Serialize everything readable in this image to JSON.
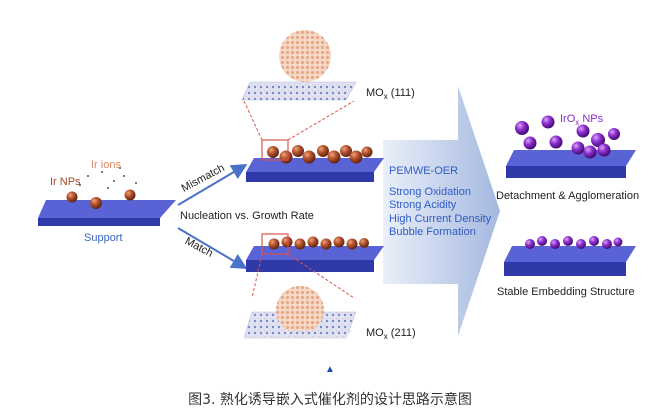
{
  "labels": {
    "ir_ions": "Ir ions",
    "ir_nps": "Ir NPs",
    "support": "Support",
    "mismatch": "Mismatch",
    "match": "Match",
    "nucleation": "Nucleation vs. Growth Rate",
    "mox_111_prefix": "MO",
    "mox_111_sub": "x",
    "mox_111_suffix": " (111)",
    "mox_211_prefix": "MO",
    "mox_211_sub": "x",
    "mox_211_suffix": " (211)",
    "irox_prefix": "IrO",
    "irox_sub": "x",
    "irox_suffix": " NPs",
    "detachment": "Detachment & Agglomeration",
    "stable": "Stable Embedding Structure"
  },
  "oer": {
    "heading": "PEMWE-OER",
    "conditions": [
      "Strong Oxidation",
      "Strong Acidity",
      "High Current Density",
      "Bubble Formation"
    ]
  },
  "marker": "▲",
  "caption": "图3. 熟化诱导嵌入式催化剂的设计思路示意图",
  "colors": {
    "slab_top": "#5a63d6",
    "slab_front": "#2f3aa8",
    "particle": "#b5532e",
    "irox": "#8e2fd0",
    "arrow": "#4a72c8",
    "dashed": "#d9534f"
  }
}
